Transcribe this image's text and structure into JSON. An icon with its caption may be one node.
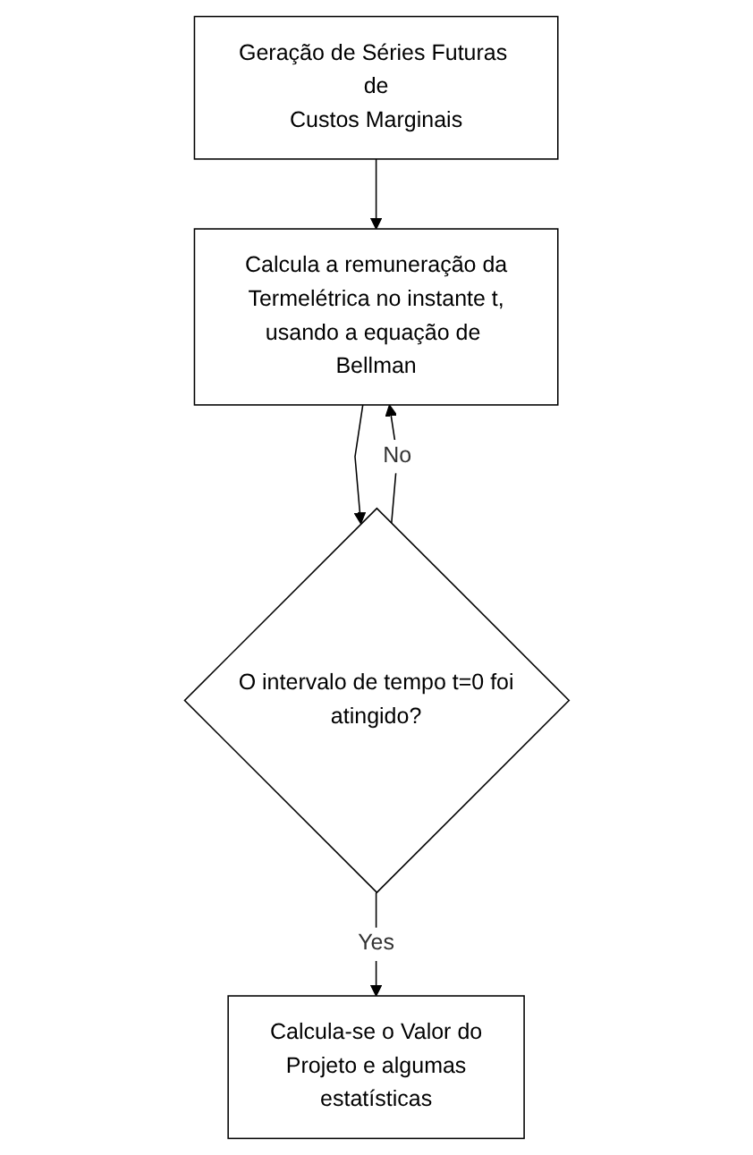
{
  "diagram": {
    "nodes": [
      {
        "text": [
          "Geração de Séries Futuras de Custos Marginais"
        ]
      },
      {
        "text": [
          "Calcula a remuneração da Termelétrica no instante t, usando a equação de Bellman"
        ]
      },
      {
        "text": [
          "O intervalo de tempo t=0 foi atingido?"
        ]
      },
      {
        "text": [
          "Calcula-se o Valor do Projeto e algumas estatísticas"
        ]
      }
    ],
    "edges": [
      {
        "from": 0,
        "to": 1,
        "arrow": "to"
      },
      {
        "from": 1,
        "to": 2,
        "arrow": "to"
      },
      {
        "from": 2,
        "to": 1,
        "arrow": "to",
        "label": "No"
      },
      {
        "from": 2,
        "to": 3,
        "arrow": "to",
        "label": "Yes"
      }
    ]
  }
}
